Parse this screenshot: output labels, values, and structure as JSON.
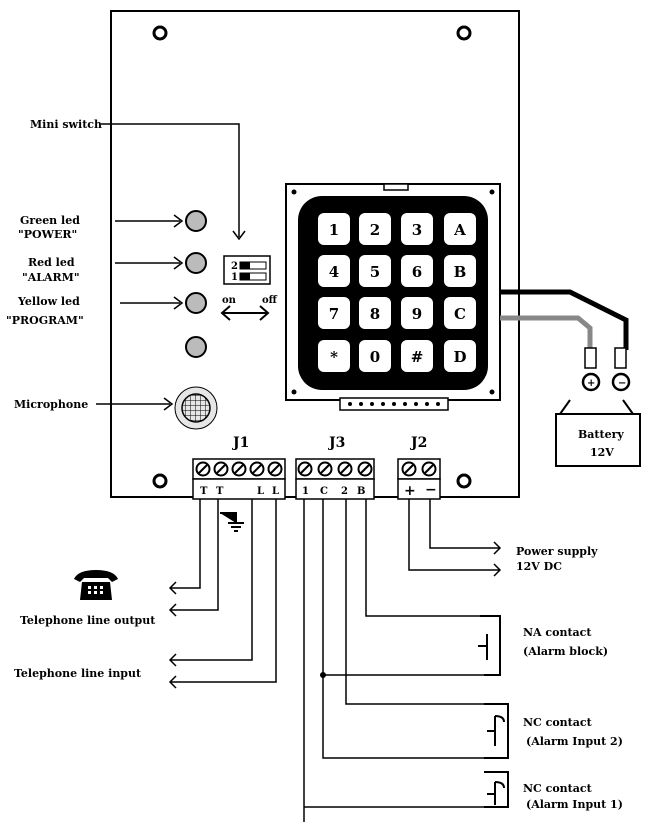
{
  "labels": {
    "mini_switch": "Mini switch",
    "green_led_1": "Green led",
    "green_led_2": "\"POWER\"",
    "red_led_1": "Red led",
    "red_led_2": "\"ALARM\"",
    "yellow_led_1": "Yellow led",
    "yellow_led_2": "\"PROGRAM\"",
    "microphone": "Microphone",
    "switch_on": "on",
    "switch_off": "off",
    "switch_pos_2": "2",
    "switch_pos_1": "1",
    "battery_1": "Battery",
    "battery_2": "12V",
    "battery_plus": "+",
    "battery_minus": "−",
    "power_supply_1": "Power supply",
    "power_supply_2": "12V DC",
    "tel_out": "Telephone line output",
    "tel_in": "Telephone line input",
    "na_contact_1": "NA contact",
    "na_contact_2": "(Alarm block)",
    "nc2_contact_1": "NC contact",
    "nc2_contact_2": "(Alarm Input 2)",
    "nc1_contact_1": "NC contact",
    "nc1_contact_2": "(Alarm Input 1)"
  },
  "keypad": {
    "rows": [
      [
        "1",
        "2",
        "3",
        "A"
      ],
      [
        "4",
        "5",
        "6",
        "B"
      ],
      [
        "7",
        "8",
        "9",
        "C"
      ],
      [
        "*",
        "0",
        "#",
        "D"
      ]
    ]
  },
  "connectors": {
    "j1": {
      "name": "J1",
      "terminals": [
        "T",
        "T",
        "L",
        "L"
      ]
    },
    "j3": {
      "name": "J3",
      "terminals": [
        "1",
        "C",
        "2",
        "B"
      ]
    },
    "j2": {
      "name": "J2",
      "terminals": [
        "+",
        "−"
      ]
    }
  }
}
